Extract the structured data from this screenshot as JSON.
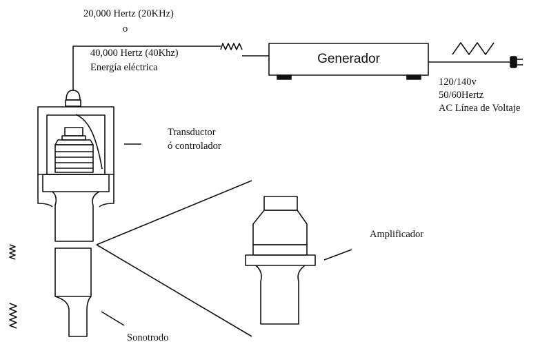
{
  "labels": {
    "freq_20": "20,000 Hertz (20KHz)",
    "or_word": "o",
    "freq_40": "40,000 Hertz (40Khz)",
    "energy": "Energía eléctrica",
    "generator": "Generador",
    "voltage": "120/140v",
    "hertz": "50/60Hertz",
    "ac_line": "AC Línea de Voltaje",
    "transducer_1": "Transductor",
    "transducer_2": "ó controlador",
    "amplifier": "Amplificador",
    "sonotrode": "Sonotrodo"
  },
  "colors": {
    "ink": "#111111",
    "paper": "#ffffff"
  }
}
